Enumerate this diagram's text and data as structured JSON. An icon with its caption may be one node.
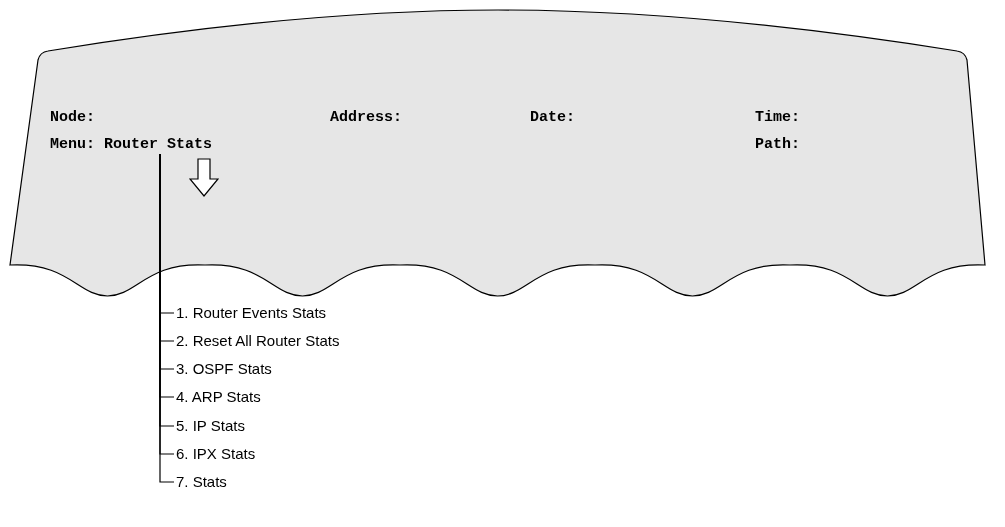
{
  "diagram": {
    "nodes": [
      {
        "text": [
          "Node:",
          "Address:",
          "Date:",
          "Time:",
          "Path:"
        ]
      },
      {
        "text": [
          "Menu: Router Stats"
        ],
        "in": 0
      },
      {
        "text": [
          "1. Router Events Stats"
        ]
      },
      {
        "text": [
          "2. Reset All Router Stats"
        ]
      },
      {
        "text": [
          "3. OSPF Stats"
        ]
      },
      {
        "text": [
          "4. ARP Stats"
        ]
      },
      {
        "text": [
          "5. IP Stats"
        ]
      },
      {
        "text": [
          "6. IPX Stats"
        ]
      },
      {
        "text": [
          "7. Stats"
        ]
      }
    ],
    "edges": [
      {
        "from": 1,
        "to": 2,
        "arrow": "none"
      },
      {
        "from": 1,
        "to": 3,
        "arrow": "none"
      },
      {
        "from": 1,
        "to": 4,
        "arrow": "none"
      },
      {
        "from": 1,
        "to": 5,
        "arrow": "none"
      },
      {
        "from": 1,
        "to": 6,
        "arrow": "none"
      },
      {
        "from": 1,
        "to": 7,
        "arrow": "none"
      },
      {
        "from": 1,
        "to": 8,
        "arrow": "none"
      }
    ]
  }
}
